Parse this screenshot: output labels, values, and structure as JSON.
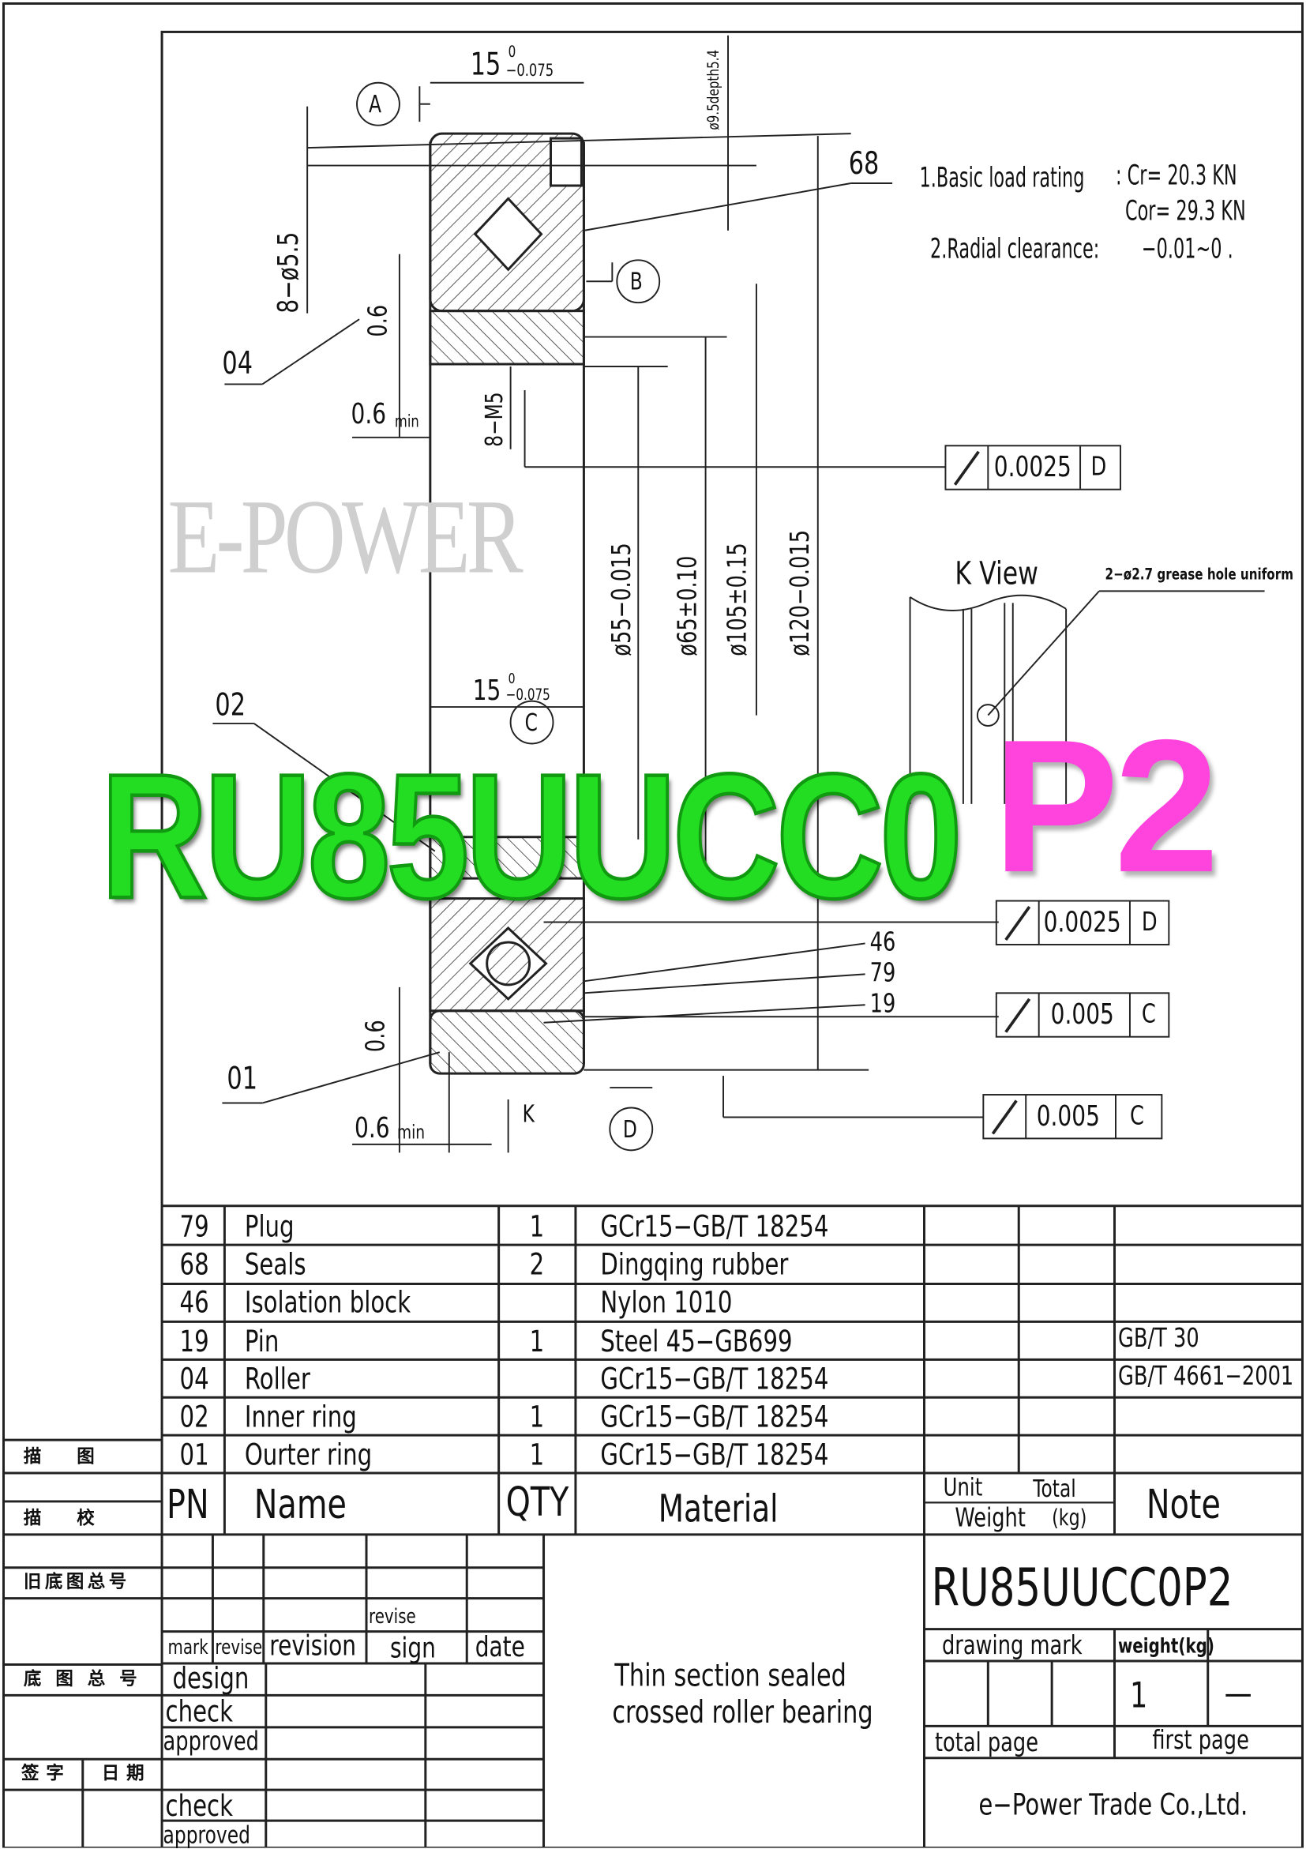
{
  "notes": {
    "load_label": "1.Basic load rating",
    "cr": ": Cr= 20.3 KN",
    "cor": "Cor= 29.3 KN",
    "clearance_label": "2.Radial clearance:",
    "clearance_value": "−0.01~0 ."
  },
  "drawing": {
    "datum_a": "A",
    "datum_b": "B",
    "datum_c": "C",
    "datum_d": "D",
    "width_dim": "15",
    "width_tol_upper": "0",
    "width_tol_lower": "−0.075",
    "hole_depth": "ø9.5depth5.4",
    "holes": "8−ø5.5",
    "thread": "8−M5",
    "chamfer_06": "0.6",
    "chamfer_min": "min",
    "d55": "ø55−0.015",
    "d65": "ø65±0.10",
    "d105": "ø105±0.15",
    "d120": "ø120−0.015",
    "k_view": "K View",
    "grease_note": "2−ø2.7 grease hole uniform",
    "k_label": "K",
    "callouts": [
      "68",
      "04",
      "02",
      "46",
      "79",
      "19",
      "01"
    ],
    "tolerances": [
      {
        "value": "0.0025",
        "datum": "D"
      },
      {
        "value": "0.0025",
        "datum": "D"
      },
      {
        "value": "0.005",
        "datum": "C"
      },
      {
        "value": "0.005",
        "datum": "C"
      }
    ],
    "watermark": "E-POWER",
    "overlay_model": "RU85UUCC0",
    "overlay_suffix": "P2"
  },
  "parts": [
    {
      "pn": "79",
      "name": "Plug",
      "qty": "1",
      "material": "GCr15−GB/T 18254",
      "note": ""
    },
    {
      "pn": "68",
      "name": "Seals",
      "qty": "2",
      "material": "Dingqing  rubber",
      "note": ""
    },
    {
      "pn": "46",
      "name": "Isolation block",
      "qty": "",
      "material": "Nylon  1010",
      "note": ""
    },
    {
      "pn": "19",
      "name": "Pin",
      "qty": "1",
      "material": "Steel  45−GB699",
      "note": "GB/T 30"
    },
    {
      "pn": "04",
      "name": "Roller",
      "qty": "",
      "material": "GCr15−GB/T 18254",
      "note": "GB/T 4661−2001"
    },
    {
      "pn": "02",
      "name": "Inner ring",
      "qty": "1",
      "material": "GCr15−GB/T 18254",
      "note": ""
    },
    {
      "pn": "01",
      "name": "Ourter ring",
      "qty": "1",
      "material": "GCr15−GB/T 18254",
      "note": ""
    }
  ],
  "headers": {
    "pn": "PN",
    "name": "Name",
    "qty": "QTY",
    "material": "Material",
    "unit": "Unit",
    "total": "Total",
    "weight": "Weight",
    "kg": "(kg)",
    "note": "Note"
  },
  "left_block": {
    "trace": "描　　图",
    "trace_check": "描　　校",
    "old_no": "旧底图总号",
    "base_no": "底图总号",
    "signature": "签字",
    "date": "日期"
  },
  "title_block": {
    "mark": "mark",
    "revise": "revise",
    "revision": "revision",
    "revise2": "revise",
    "sign": "sign",
    "date": "date",
    "design": "design",
    "check": "check",
    "approved": "approved",
    "check2": "check",
    "approved2": "approved",
    "description_1": "Thin section sealed",
    "description_2": "crossed roller bearing",
    "model": "RU85UUCC0P2",
    "drawing_mark": "drawing mark",
    "weight_kg": "weight(kg)",
    "scale": "1",
    "dash": "—",
    "total_page": "total page",
    "first_page": "first page",
    "company": "e−Power Trade Co.,Ltd."
  }
}
